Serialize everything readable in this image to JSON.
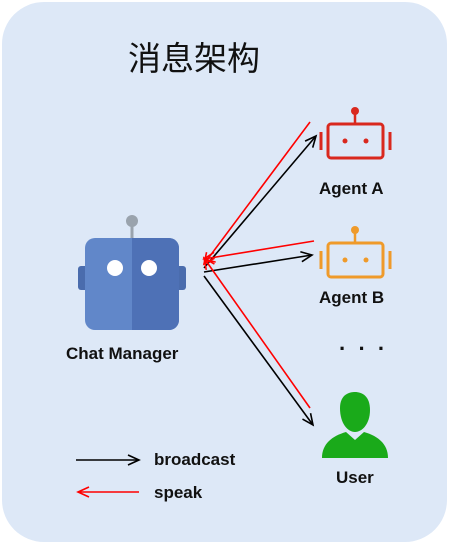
{
  "title": "消息架构",
  "nodes": {
    "manager": "Chat Manager",
    "agent_a": "Agent A",
    "agent_b": "Agent B",
    "ellipsis": "· · ·",
    "user": "User"
  },
  "legend": {
    "broadcast": "broadcast",
    "speak": "speak"
  },
  "colors": {
    "background": "#dde8f7",
    "broadcast_arrow": "#000000",
    "speak_arrow": "#ff0000",
    "agent_a": "#d9281e",
    "agent_b": "#ef9a2a",
    "user": "#1aaa1a",
    "manager": "#5a7fc2"
  },
  "icons": [
    "chat-manager-robot-icon",
    "agent-a-robot-icon",
    "agent-b-robot-icon",
    "user-person-icon"
  ]
}
